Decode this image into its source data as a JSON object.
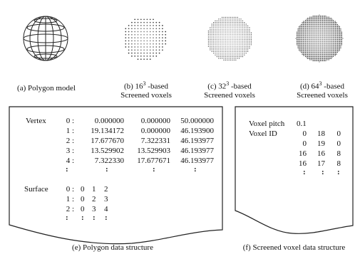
{
  "figures": {
    "a": {
      "caption": "(a) Polygon model"
    },
    "b": {
      "caption_line1_prefix": "(b) 16",
      "caption_line1_sup": "3",
      "caption_line1_suffix": " -based",
      "caption_line2": "Screened voxels"
    },
    "c": {
      "caption_line1_prefix": "(c) 32",
      "caption_line1_sup": "3",
      "caption_line1_suffix": " -based",
      "caption_line2": "Screened voxels"
    },
    "d": {
      "caption_line1_prefix": "(d) 64",
      "caption_line1_sup": "3",
      "caption_line1_suffix": " -based",
      "caption_line2": "Screened voxels"
    }
  },
  "polygon_panel": {
    "vertex_label": "Vertex",
    "vertex_rows": [
      {
        "idx": "0 :",
        "x": "0.000000",
        "y": "0.000000",
        "z": "50.000000"
      },
      {
        "idx": "1 :",
        "x": "19.134172",
        "y": "0.000000",
        "z": "46.193900"
      },
      {
        "idx": "2 :",
        "x": "17.677670",
        "y": "7.322331",
        "z": "46.193977"
      },
      {
        "idx": "3 :",
        "x": "13.529902",
        "y": "13.529903",
        "z": "46.193977"
      },
      {
        "idx": "4 :",
        "x": "7.322330",
        "y": "17.677671",
        "z": "46.193977"
      }
    ],
    "vertex_ellipsis": {
      "idx": ":",
      "x": ":",
      "y": ":",
      "z": ":"
    },
    "surface_label": "Surface",
    "surface_rows": [
      {
        "idx": "0 :",
        "a": "0",
        "b": "1",
        "c": "2"
      },
      {
        "idx": "1 :",
        "a": "0",
        "b": "2",
        "c": "3"
      },
      {
        "idx": "2 :",
        "a": "0",
        "b": "3",
        "c": "4"
      }
    ],
    "surface_ellipsis": {
      "idx": ":",
      "a": ":",
      "b": ":",
      "c": ":"
    },
    "caption": "(e) Polygon data structure"
  },
  "voxel_panel": {
    "pitch_label": "Voxel pitch",
    "pitch_value": "0.1",
    "id_label": "Voxel ID",
    "id_rows": [
      {
        "a": "0",
        "b": "18",
        "c": "0"
      },
      {
        "a": "0",
        "b": "19",
        "c": "0"
      },
      {
        "a": "16",
        "b": "16",
        "c": "8"
      },
      {
        "a": "16",
        "b": "17",
        "c": "8"
      }
    ],
    "id_ellipsis": {
      "a": ":",
      "b": ":",
      "c": ":"
    },
    "caption": "(f) Screened voxel data structure"
  }
}
